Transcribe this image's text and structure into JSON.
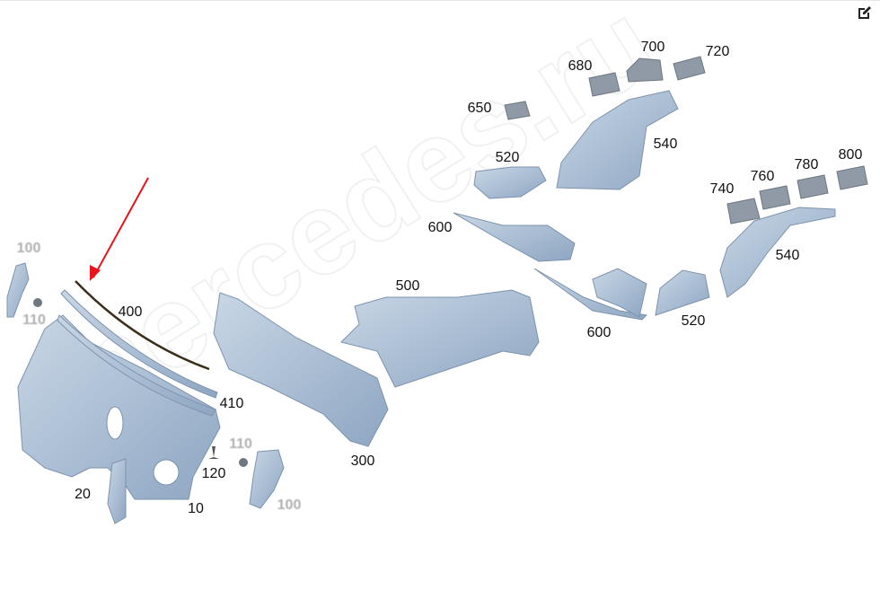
{
  "toolbar": {
    "edit_icon": "edit-icon"
  },
  "watermark": "mercedes.ru",
  "arrow_color": "#e8141b",
  "part_color": "#a8bcd3",
  "labels": {
    "p100a": "100",
    "p110a": "110",
    "p400": "400",
    "p410": "410",
    "p120": "120",
    "p110b": "110",
    "p100b": "100",
    "p20": "20",
    "p10": "10",
    "p300": "300",
    "p500": "500",
    "p600a": "600",
    "p600b": "600",
    "p520a": "520",
    "p520b": "520",
    "p650": "650",
    "p680": "680",
    "p700": "700",
    "p720": "720",
    "p540a": "540",
    "p540b": "540",
    "p740": "740",
    "p760": "760",
    "p780": "780",
    "p800": "800"
  }
}
